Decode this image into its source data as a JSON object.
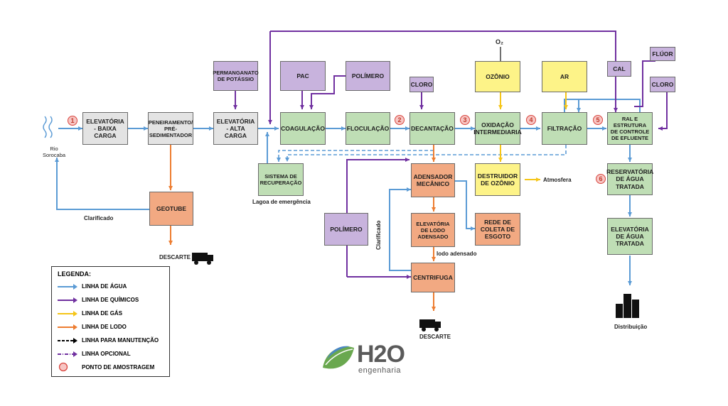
{
  "boxes": {
    "elev_baixa": "ELEVATÓRIA - BAIXA CARGA",
    "peneiramento": "PENEIRAMENTO/ PRÉ-SEDIMENTADOR",
    "elev_alta": "ELEVATÓRIA - ALTA CARGA",
    "permanganato": "PERMANGANATO DE POTÁSSIO",
    "pac": "PAC",
    "polimero_top": "POLÍMERO",
    "coagulacao": "COAGULAÇÃO",
    "floculacao": "FLOCULAÇÃO",
    "cloro_top": "CLORO",
    "decantacao": "DECANTAÇÃO",
    "ozonio": "OZÔNIO",
    "oxidacao": "OXIDAÇÃO INTERMEDIARIA",
    "ar": "AR",
    "filtracao": "FILTRAÇÃO",
    "cal": "CAL",
    "fluor": "FLÚOR",
    "cloro_right": "CLORO",
    "ral": "RAL e ESTRUTURA DE CONTROLE DE EFLUENTE",
    "sistema": "SISTEMA DE RECUPERAÇÃO",
    "geotube": "GEOTUBE",
    "adensador": "ADENSADOR MECÂNICO",
    "destruidor": "DESTRUIDOR DE OZÔNIO",
    "elev_lodo": "ELEVATÓRIA DE LODO ADENSADO",
    "rede": "REDE DE COLETA DE ESGOTO",
    "polimero_mid": "POLÍMERO",
    "centrifuga": "CENTRIFUGA",
    "reservatorio": "RESERVATÓRIA DE ÁGUA TRATADA",
    "elev_tratada": "ELEVATÓRIA DE ÁGUA TRATADA"
  },
  "labels": {
    "rio": "Rio Sorocaba",
    "clarificado_left": "Clarificado",
    "descarte_left": "DESCARTE",
    "lagoa": "Lagoa de emergência",
    "clarificado_vert": "Clarificado",
    "lodo_adensado": "lodo adensado",
    "atmosfera": "Atmosfera",
    "descarte_center": "DESCARTE",
    "distribuicao": "Distribuição",
    "o2": "O₂"
  },
  "points": [
    "1",
    "2",
    "3",
    "4",
    "5",
    "6"
  ],
  "legend": {
    "title": "LEGENDA:",
    "items": [
      {
        "label": "LINHA DE ÁGUA",
        "color": "#5b9bd5",
        "style": "solid"
      },
      {
        "label": "LINHA DE QUÍMICOS",
        "color": "#7030a0",
        "style": "solid"
      },
      {
        "label": "LINHA DE GÁS",
        "color": "#f5c518",
        "style": "solid"
      },
      {
        "label": "LINHA DE LODO",
        "color": "#ed7d31",
        "style": "solid"
      },
      {
        "label": "LINHA PARA MANUTENÇÃO",
        "color": "#000000",
        "style": "dashed"
      },
      {
        "label": "LINHA OPCIONAL",
        "color": "#7030a0",
        "style": "dashdot"
      },
      {
        "label": "PONTO DE AMOSTRAGEM",
        "color": "#d9463f",
        "style": "circle"
      }
    ]
  },
  "logo": {
    "brand": "H2O",
    "sub": "engenharia"
  },
  "colors": {
    "water": "#5b9bd5",
    "chem": "#7030a0",
    "gas": "#f5c518",
    "sludge": "#ed7d31"
  }
}
